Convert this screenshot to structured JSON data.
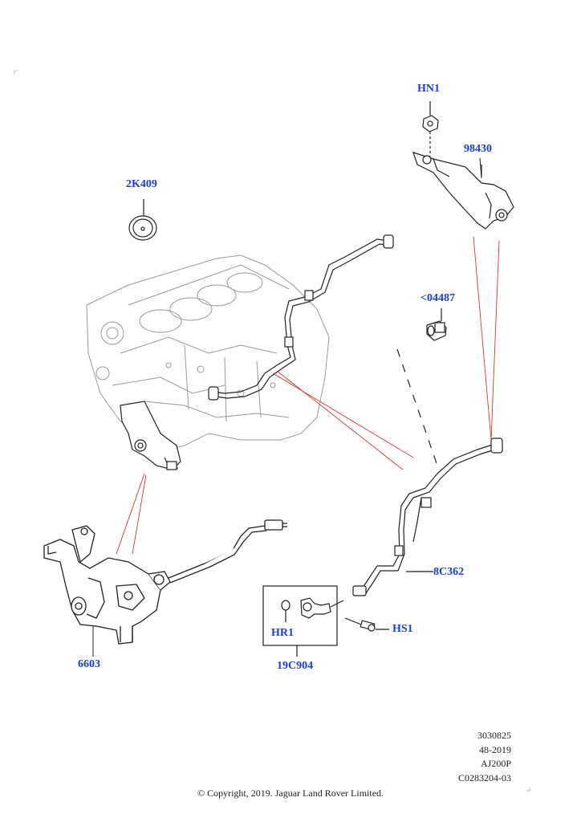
{
  "callouts": {
    "hn1": "HN1",
    "p98430": "98430",
    "p2k409": "2K409",
    "p04487": "<04487",
    "p8c362": "8C362",
    "p6603": "6603",
    "hr1": "HR1",
    "hs1": "HS1",
    "p19c904": "19C904"
  },
  "meta": {
    "line1": "3030825",
    "line2": "48-2019",
    "line3": "AJ200P",
    "line4": "C0283204-03"
  },
  "copyright": "© Copyright, 2019. Jaguar Land Rover Limited.",
  "colors": {
    "callout": "#1a3fd6",
    "leader_red": "#e0342a",
    "line": "#222222",
    "engine": "#9a9a9a"
  }
}
